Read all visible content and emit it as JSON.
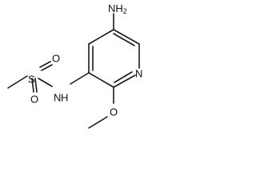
{
  "molecule": {
    "atoms": {
      "amine": "NH",
      "amine_subscript": "2",
      "ring_nitrogen": "N",
      "amide_nitrogen": "N",
      "amide_hydrogen": "H",
      "sulfur": "S",
      "oxygen_top": "O",
      "oxygen_bottom": "O",
      "methoxy_oxygen": "O"
    }
  }
}
